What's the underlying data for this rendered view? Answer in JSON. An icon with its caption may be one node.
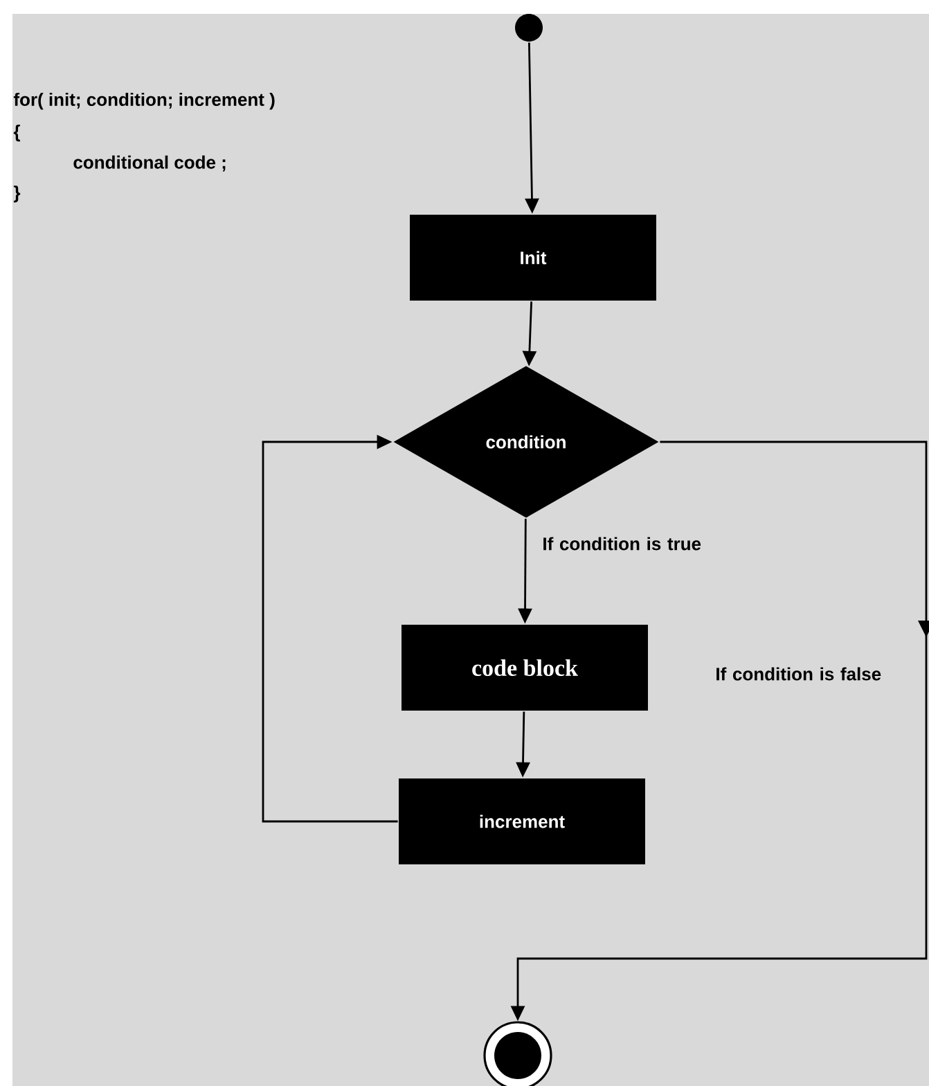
{
  "diagram": {
    "nodes": [
      {
        "text": [],
        "shape": "circle"
      },
      {
        "text": [
          "Init"
        ]
      },
      {
        "text": [
          "condition"
        ]
      },
      {
        "text": [
          "code block"
        ]
      },
      {
        "text": [
          "increment"
        ]
      },
      {
        "text": [],
        "shape": "circle"
      }
    ],
    "edges": [
      {
        "from": 0,
        "to": 1,
        "arrow": "to"
      },
      {
        "from": 1,
        "to": 2,
        "arrow": "to"
      },
      {
        "from": 2,
        "to": 3,
        "arrow": "to",
        "label": "If condition is true"
      },
      {
        "from": 3,
        "to": 4,
        "arrow": "to"
      },
      {
        "from": 4,
        "to": 2,
        "arrow": "to"
      },
      {
        "from": 2,
        "to": 5,
        "arrow": "to",
        "label": "If condition is false"
      }
    ],
    "labels": [
      "for( init; condition; increment )",
      "{",
      "conditional code ;",
      "}"
    ]
  }
}
